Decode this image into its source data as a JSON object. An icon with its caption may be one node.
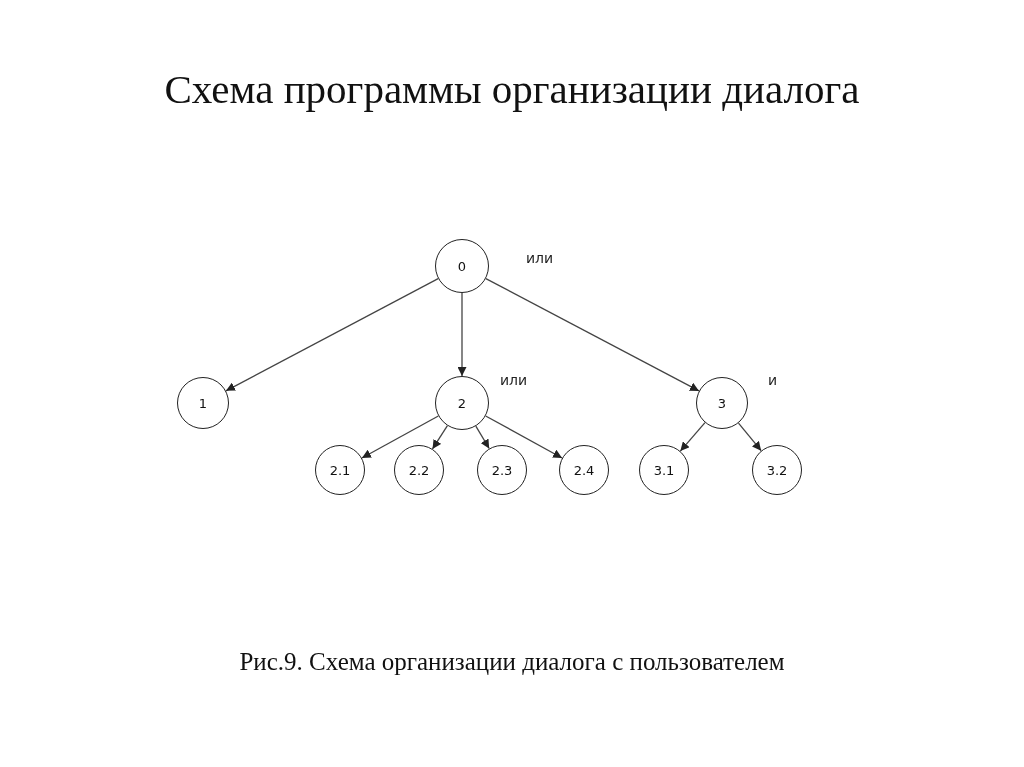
{
  "diagram": {
    "title": "Схема программы организации диалога",
    "caption": "Рис.9. Схема организации диалога с пользователем",
    "nodes": [
      {
        "text": [
          "0"
        ],
        "beside": [
          "или"
        ]
      },
      {
        "text": [
          "1"
        ]
      },
      {
        "text": [
          "2"
        ],
        "beside": [
          "или"
        ]
      },
      {
        "text": [
          "3"
        ],
        "beside": [
          "и"
        ]
      },
      {
        "text": [
          "2.1"
        ]
      },
      {
        "text": [
          "2.2"
        ]
      },
      {
        "text": [
          "2.3"
        ]
      },
      {
        "text": [
          "2.4"
        ]
      },
      {
        "text": [
          "3.1"
        ]
      },
      {
        "text": [
          "3.2"
        ]
      }
    ],
    "edges": [
      {
        "from": 0,
        "to": 1,
        "arrow": "to"
      },
      {
        "from": 0,
        "to": 2,
        "arrow": "to"
      },
      {
        "from": 0,
        "to": 3,
        "arrow": "to"
      },
      {
        "from": 2,
        "to": 4,
        "arrow": "to"
      },
      {
        "from": 2,
        "to": 5,
        "arrow": "to"
      },
      {
        "from": 2,
        "to": 6,
        "arrow": "to"
      },
      {
        "from": 2,
        "to": 7,
        "arrow": "to"
      },
      {
        "from": 3,
        "to": 8,
        "arrow": "to"
      },
      {
        "from": 3,
        "to": 9,
        "arrow": "to"
      }
    ]
  }
}
